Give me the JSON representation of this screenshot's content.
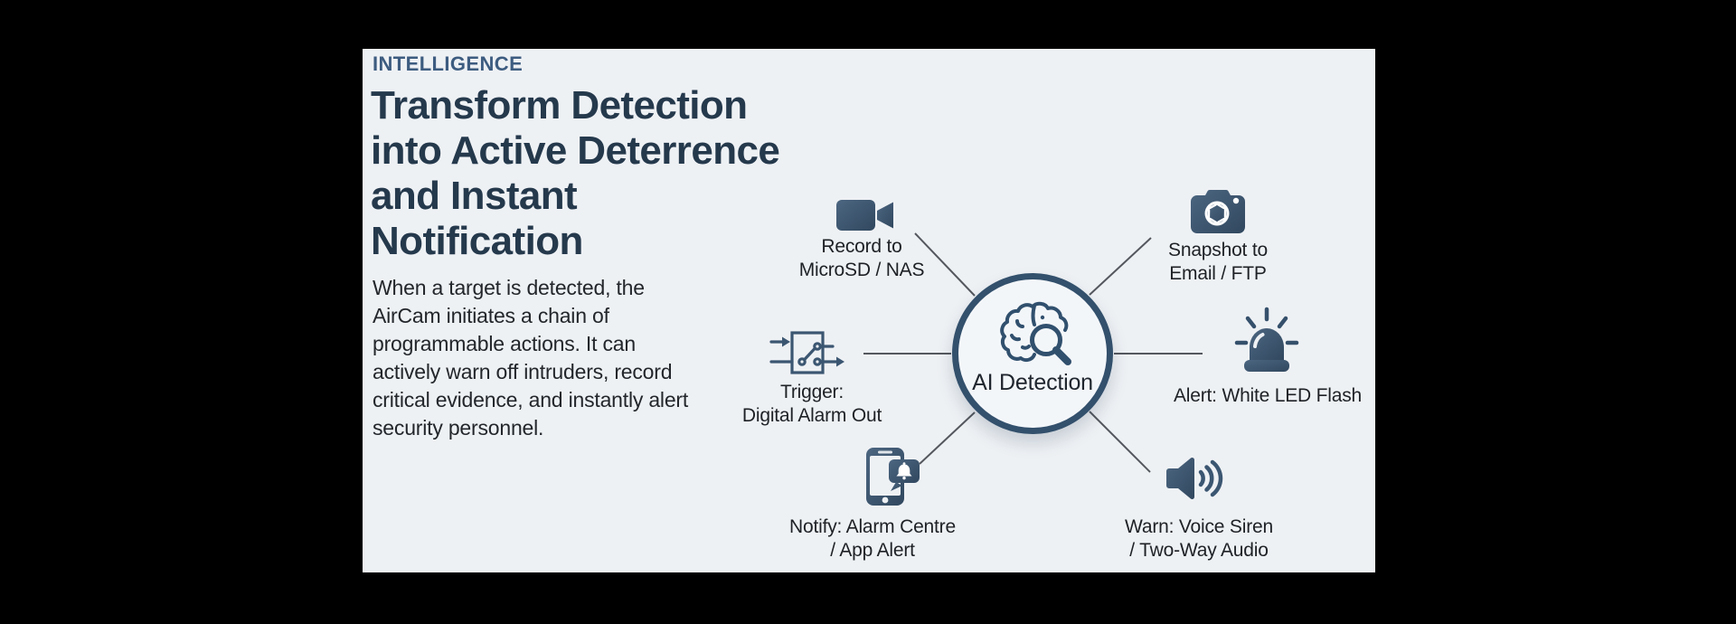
{
  "intro": {
    "eyebrow": "INTELLIGENCE",
    "heading_lines": [
      "Transform Detection",
      "into Active Deterrence",
      "and Instant",
      "Notification"
    ],
    "paragraph_lines": [
      "When a target is detected, the",
      "AirCam initiates a chain of",
      "programmable actions. It can",
      "actively warn off intruders, record",
      "critical evidence, and instantly alert",
      "security personnel."
    ]
  },
  "diagram": {
    "center": {
      "label": "AI Detection",
      "icon": "brain-magnifier-icon"
    },
    "spokes": [
      {
        "icon": "video-camera-icon",
        "lines": [
          "Record to",
          "MicroSD / NAS"
        ]
      },
      {
        "icon": "photo-camera-icon",
        "lines": [
          "Snapshot to",
          "Email / FTP"
        ]
      },
      {
        "icon": "relay-output-icon",
        "lines": [
          "Trigger:",
          "Digital Alarm Out"
        ]
      },
      {
        "icon": "siren-beacon-icon",
        "lines": [
          "Alert: White LED Flash"
        ]
      },
      {
        "icon": "phone-notification-icon",
        "lines": [
          "Notify: Alarm Centre",
          "/ App Alert"
        ]
      },
      {
        "icon": "speaker-audio-icon",
        "lines": [
          "Warn: Voice Siren",
          "/ Two-Way Audio"
        ]
      }
    ]
  },
  "colors": {
    "background": "#000000",
    "panel_bg": "#eef1f4",
    "icon_blue": "#3b5671",
    "circle_border": "#33506c",
    "eyebrow": "#3d5c80",
    "heading": "#25394c",
    "body_text": "#23272b",
    "connector_line": "#54585e"
  }
}
